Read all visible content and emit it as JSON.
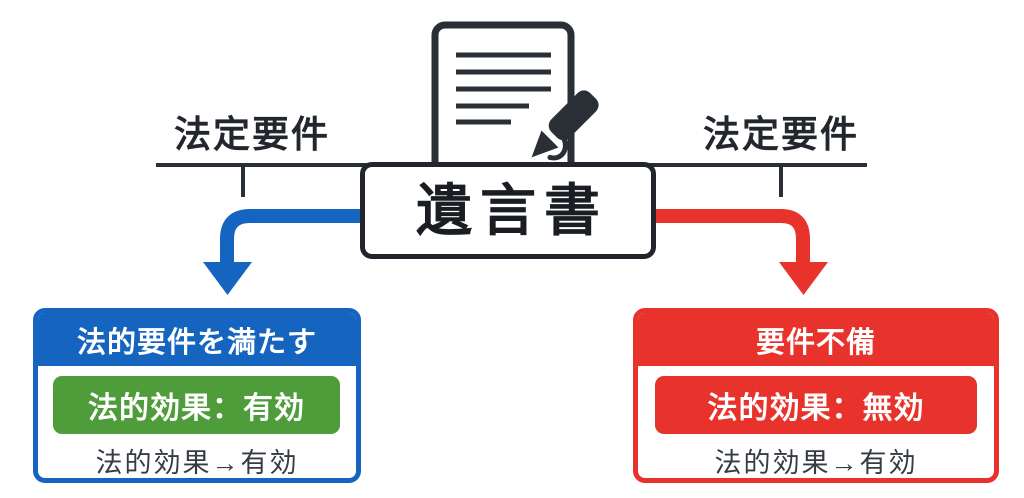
{
  "colors": {
    "blue": "#1565c0",
    "green": "#4f9c3a",
    "red": "#e8332d",
    "dark": "#2a2f36",
    "ink": "#1a1e23",
    "note": "#363b42"
  },
  "top": {
    "left_requirement": "法定要件",
    "right_requirement": "法定要件",
    "will_label": "遺言書"
  },
  "valid_branch": {
    "header": "法的要件を満たす",
    "effect": "法的効果：有効",
    "note": "法的効果→有効"
  },
  "invalid_branch": {
    "header": "要件不備",
    "effect": "法的効果：無効",
    "note": "法的効果→有効"
  }
}
